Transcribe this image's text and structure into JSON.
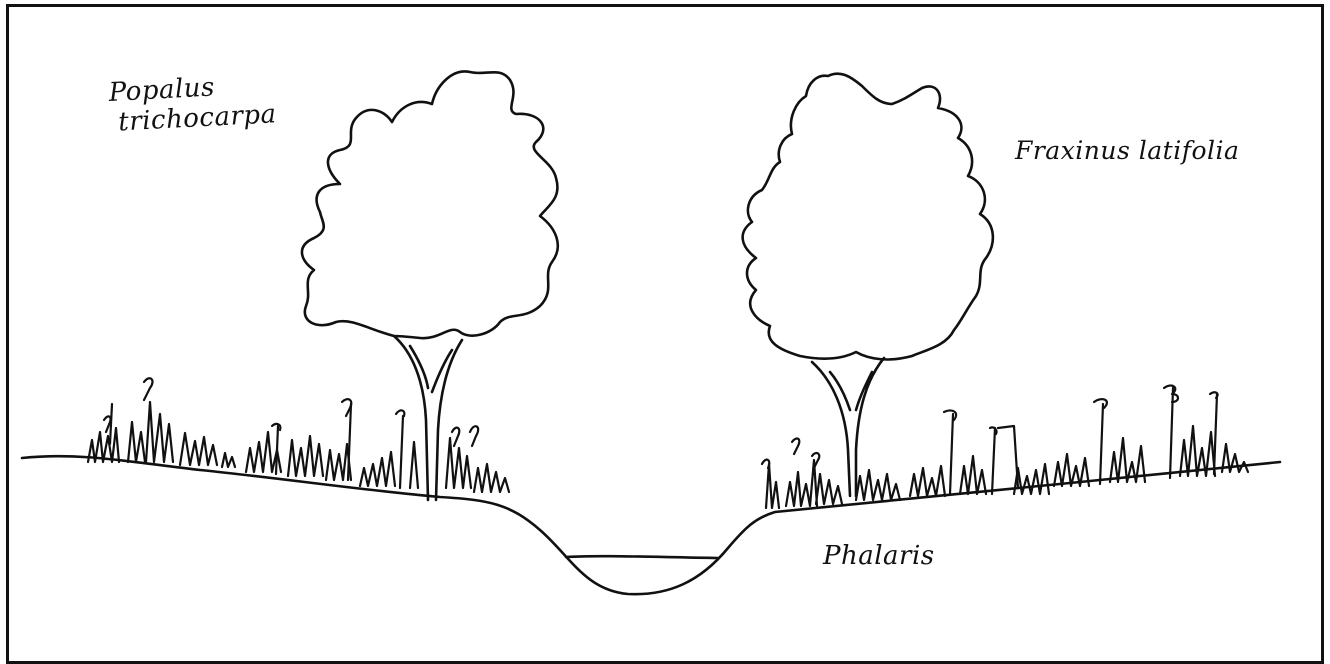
{
  "labels": {
    "tree_left_line1": "Popalus",
    "tree_left_line2": "trichocarpa",
    "tree_right": "Fraxinus latifolia",
    "grass": "Phalaris"
  },
  "colors": {
    "ink": "#111111",
    "paper": "#ffffff"
  }
}
